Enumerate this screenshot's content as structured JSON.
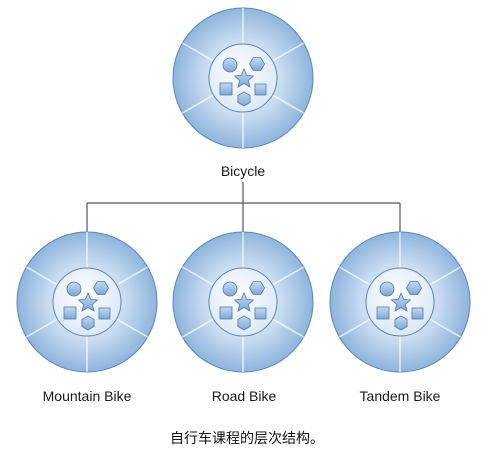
{
  "diagram": {
    "root": {
      "id": "bicycle",
      "label": "Bicycle"
    },
    "children": [
      {
        "id": "mountain-bike",
        "label": "Mountain Bike"
      },
      {
        "id": "road-bike",
        "label": "Road Bike"
      },
      {
        "id": "tandem-bike",
        "label": "Tandem Bike"
      }
    ],
    "colors": {
      "ring_fill": "#b7d1ec",
      "ring_edge": "#7ea8d4",
      "ring_stroke": "#5b86b8",
      "hub_fill": "#e9f1fa",
      "shape_fill": "#94b9e0",
      "shape_stroke": "#4f7cb0",
      "connector": "#555555"
    }
  },
  "caption": "自行车课程的层次结构。"
}
